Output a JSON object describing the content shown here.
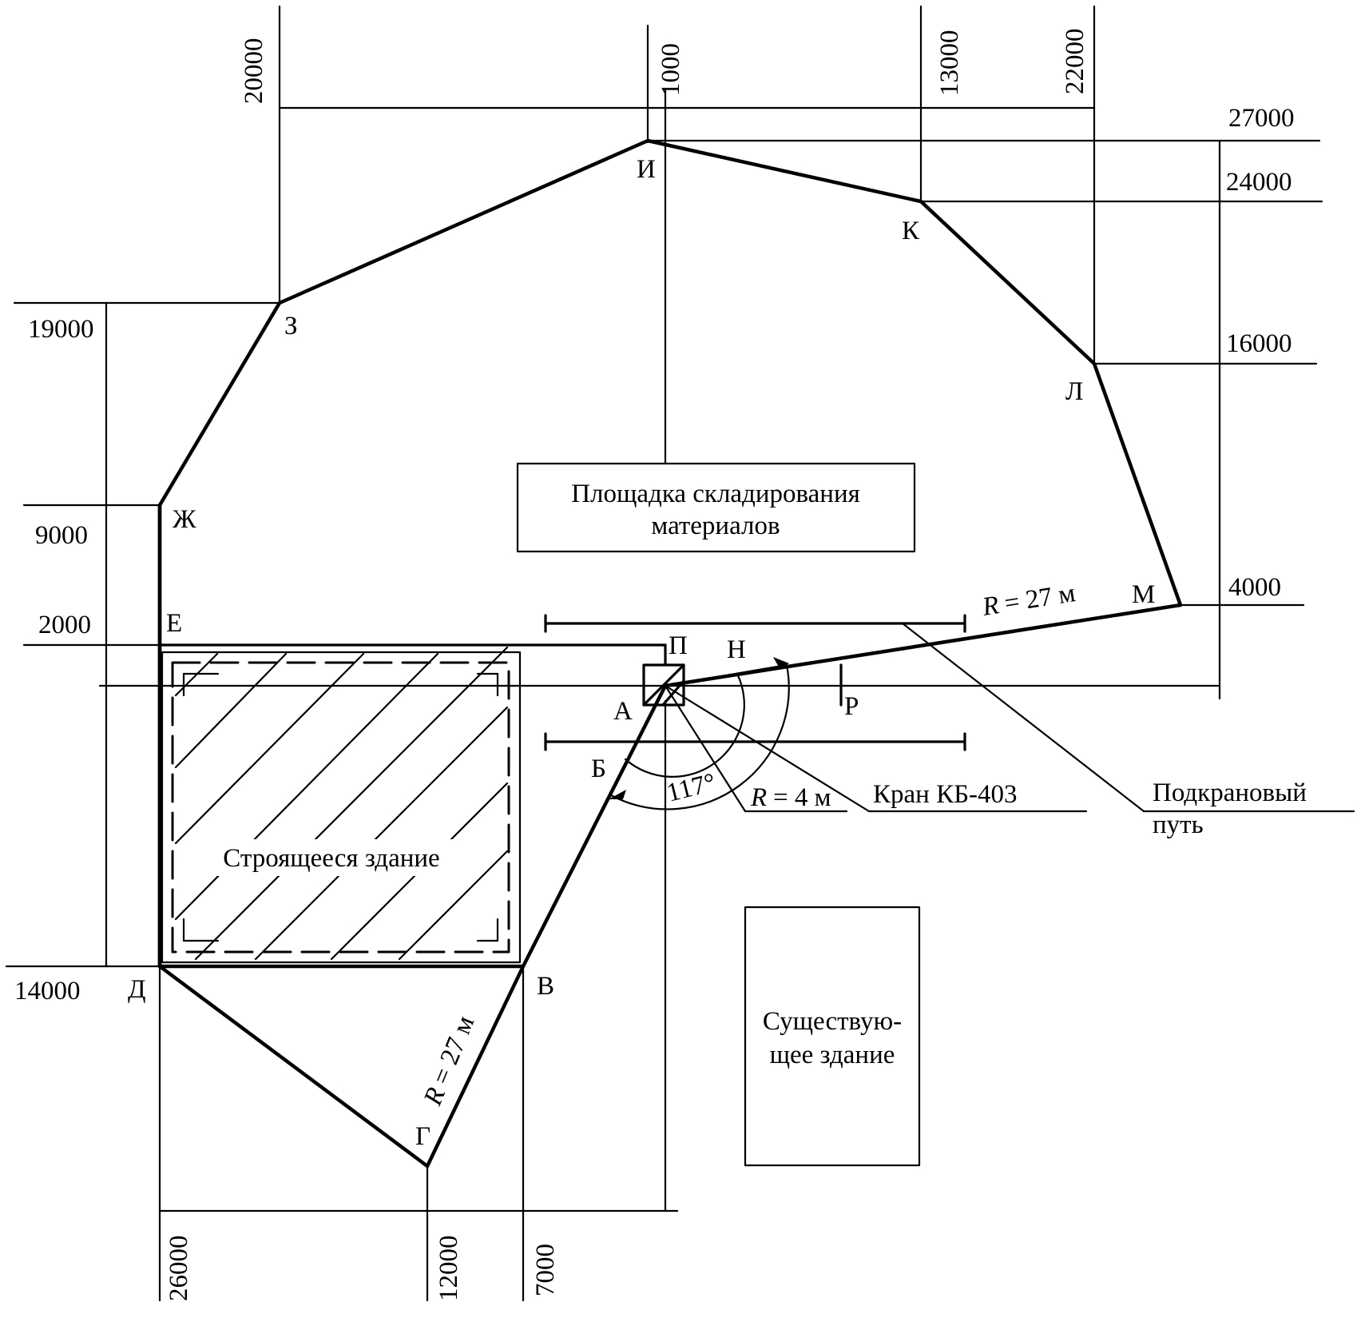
{
  "points": {
    "A": "А",
    "B": "Б",
    "V": "В",
    "G": "Г",
    "D": "Д",
    "E": "Е",
    "Zh": "Ж",
    "Z": "З",
    "I": "И",
    "K": "К",
    "L": "Л",
    "M": "М",
    "N": "Н",
    "P": "П",
    "R": "Р"
  },
  "dimensions": {
    "top": [
      "20000",
      "1000",
      "13000",
      "22000"
    ],
    "right": [
      "27000",
      "24000",
      "16000",
      "4000"
    ],
    "left": [
      "19000",
      "9000",
      "2000",
      "14000"
    ],
    "bottom": [
      "26000",
      "12000",
      "7000"
    ]
  },
  "labels": {
    "storage_line1": "Площадка складирования",
    "storage_line2": "материалов",
    "building_under_construction": "Строящееся здание",
    "existing_line1": "Существую-",
    "existing_line2": "щее здание",
    "crane": "Кран КБ-403",
    "crane_track_line1": "Подкрановый",
    "crane_track_line2": "путь",
    "radius_large_upper": "= 27 м",
    "radius_large_lower": "= 27 м",
    "radius_small": "= 4 м",
    "radius_symbol": "R",
    "angle": "117°"
  }
}
